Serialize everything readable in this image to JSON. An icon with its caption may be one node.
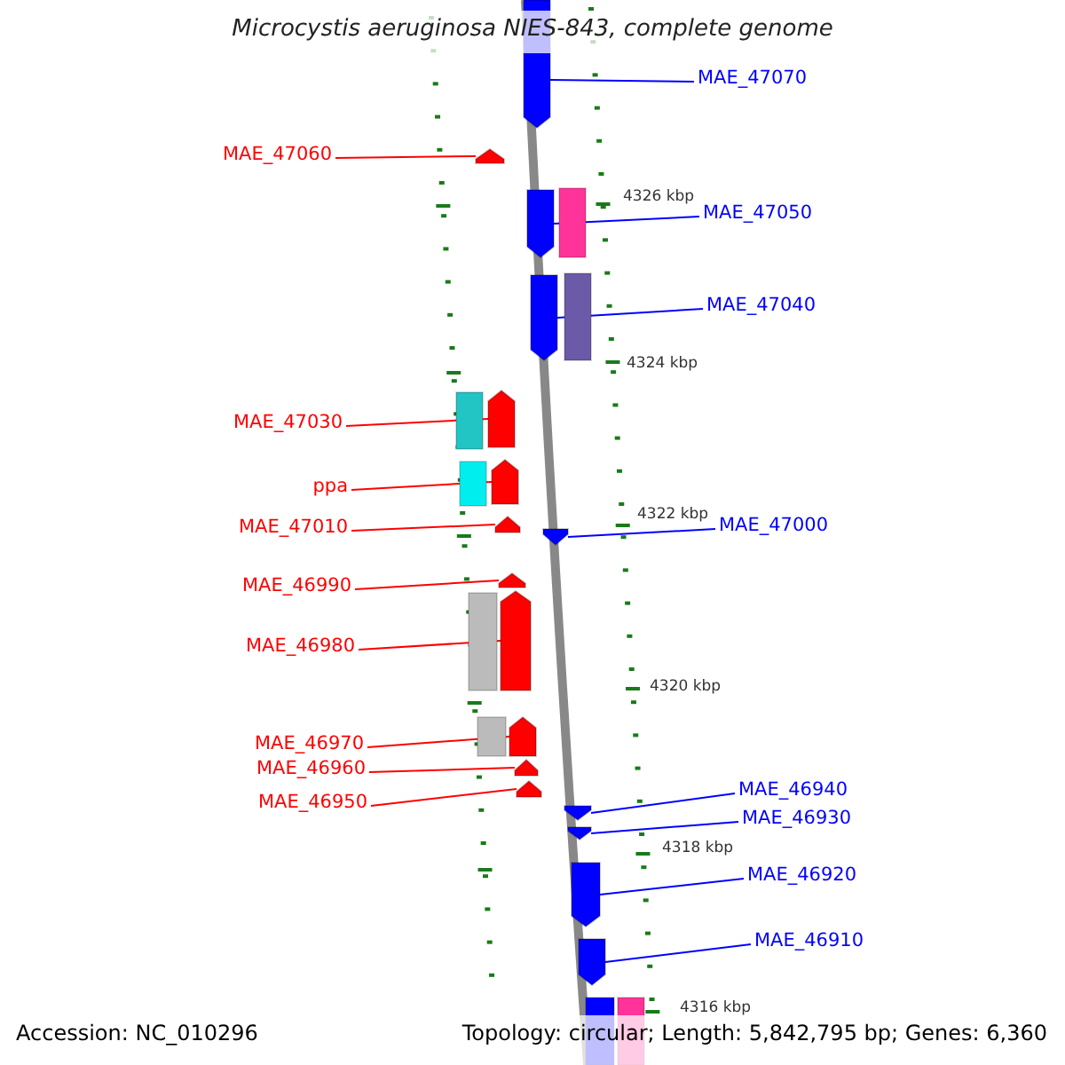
{
  "diagram": {
    "title": "Microcystis aeruginosa NIES-843, complete genome",
    "nodes": [
      {
        "text": [
          "MAE_47070"
        ]
      },
      {
        "text": [],
        "shape": "pentagon"
      },
      {
        "text": [
          "MAE_47060"
        ]
      },
      {
        "text": [],
        "shape": "pentagon"
      },
      {
        "text": [
          "MAE_47050"
        ]
      },
      {
        "text": [],
        "shape": "pentagon"
      },
      {
        "text": [
          "MAE_47040"
        ]
      },
      {
        "text": [],
        "shape": "pentagon"
      },
      {
        "text": [
          "MAE_47030"
        ]
      },
      {
        "text": [],
        "shape": "pentagon"
      },
      {
        "text": [
          "ppa"
        ]
      },
      {
        "text": [],
        "shape": "pentagon"
      },
      {
        "text": [
          "MAE_47010"
        ]
      },
      {
        "text": [],
        "shape": "pentagon"
      },
      {
        "text": [
          "MAE_47000"
        ]
      },
      {
        "text": [],
        "shape": "pentagon"
      },
      {
        "text": [
          "MAE_46990"
        ]
      },
      {
        "text": [],
        "shape": "pentagon"
      },
      {
        "text": [
          "MAE_46980"
        ]
      },
      {
        "text": [],
        "shape": "pentagon"
      },
      {
        "text": [
          "MAE_46970"
        ]
      },
      {
        "text": [],
        "shape": "pentagon"
      },
      {
        "text": [
          "MAE_46960"
        ]
      },
      {
        "text": [],
        "shape": "pentagon"
      },
      {
        "text": [
          "MAE_46950"
        ]
      },
      {
        "text": [],
        "shape": "pentagon"
      },
      {
        "text": [
          "MAE_46940"
        ]
      },
      {
        "text": [],
        "shape": "pentagon"
      },
      {
        "text": [
          "MAE_46930"
        ]
      },
      {
        "text": [],
        "shape": "pentagon"
      },
      {
        "text": [
          "MAE_46920"
        ]
      },
      {
        "text": [],
        "shape": "pentagon"
      },
      {
        "text": [
          "MAE_46910"
        ]
      },
      {
        "text": [],
        "shape": "pentagon"
      }
    ],
    "edges": [
      {
        "from": 0,
        "to": 1,
        "arrow": "none",
        "color": "#0000ff"
      },
      {
        "from": 2,
        "to": 3,
        "arrow": "none"
      },
      {
        "from": 4,
        "to": 5,
        "arrow": "none",
        "color": "#0000ff"
      },
      {
        "from": 6,
        "to": 7,
        "arrow": "none",
        "color": "#0000ff"
      },
      {
        "from": 8,
        "to": 9,
        "arrow": "none"
      },
      {
        "from": 10,
        "to": 11,
        "arrow": "none"
      },
      {
        "from": 12,
        "to": 13,
        "arrow": "none"
      },
      {
        "from": 14,
        "to": 15,
        "arrow": "none",
        "color": "#0000ff"
      },
      {
        "from": 16,
        "to": 17,
        "arrow": "none"
      },
      {
        "from": 18,
        "to": 19,
        "arrow": "none"
      },
      {
        "from": 20,
        "to": 21,
        "arrow": "none"
      },
      {
        "from": 22,
        "to": 23,
        "arrow": "none"
      },
      {
        "from": 24,
        "to": 25,
        "arrow": "none"
      },
      {
        "from": 26,
        "to": 27,
        "arrow": "none",
        "color": "#0000ff"
      },
      {
        "from": 28,
        "to": 29,
        "arrow": "none",
        "color": "#0000ff"
      },
      {
        "from": 30,
        "to": 31,
        "arrow": "none",
        "color": "#0000ff"
      },
      {
        "from": 32,
        "to": 33,
        "arrow": "none",
        "color": "#0000ff"
      }
    ],
    "labels": [
      "4326 kbp",
      "4324 kbp",
      "4322 kbp",
      "4320 kbp",
      "4318 kbp",
      "4316 kbp",
      "Accession: NC_010296",
      "Topology: circular; Length: 5,842,795 bp; Genes: 6,360"
    ]
  }
}
